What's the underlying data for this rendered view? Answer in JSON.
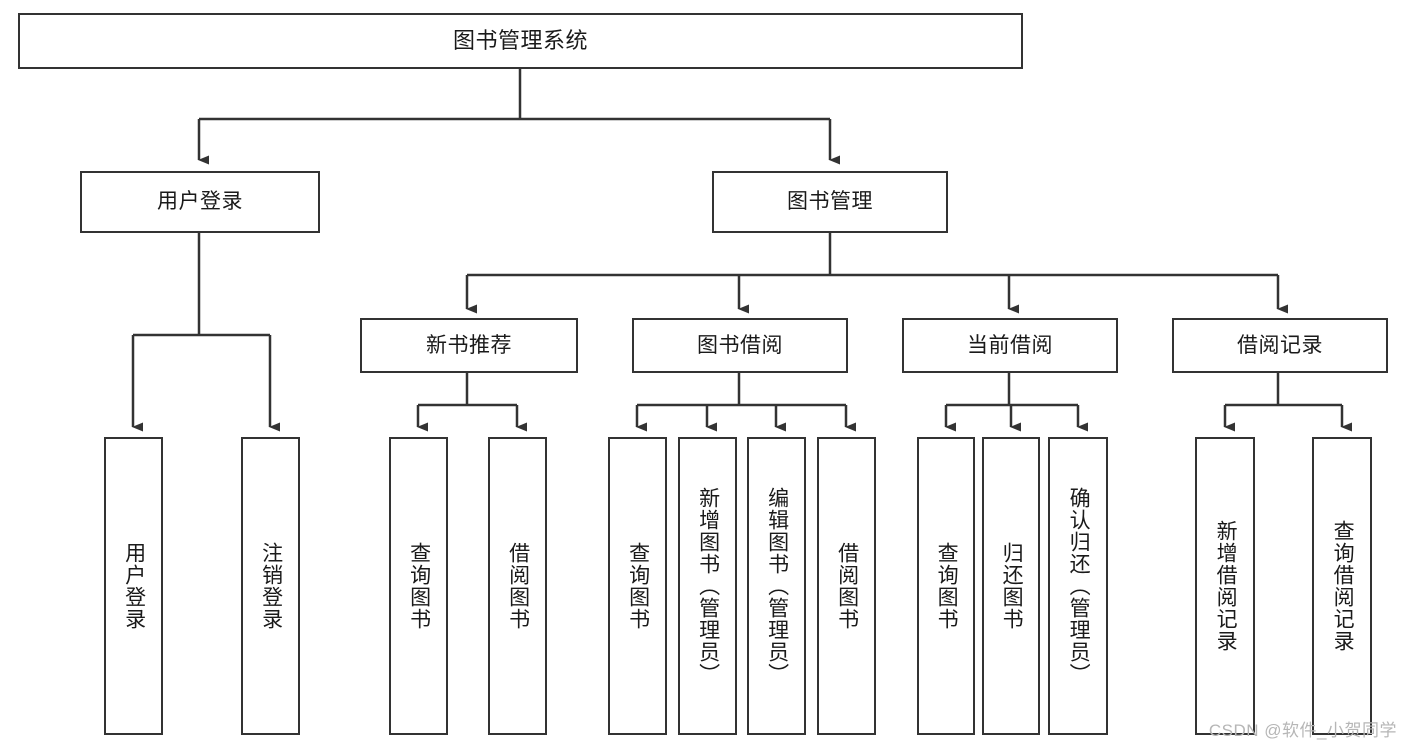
{
  "diagram": {
    "title": "图书管理系统",
    "type": "tree-hierarchy-chart",
    "colors": {
      "background": "#ffffff",
      "node_border": "#333333",
      "node_fill": "#ffffff",
      "edge": "#333333",
      "text": "#1a1a1a",
      "watermark": "#b6b6b6"
    },
    "root": {
      "label": "图书管理系统"
    },
    "level2": [
      {
        "label": "用户登录"
      },
      {
        "label": "图书管理"
      }
    ],
    "level3": [
      {
        "label": "新书推荐"
      },
      {
        "label": "图书借阅"
      },
      {
        "label": "当前借阅"
      },
      {
        "label": "借阅记录"
      }
    ],
    "leaves": {
      "user_login": [
        {
          "label": "用户登录"
        },
        {
          "label": "注销登录"
        }
      ],
      "new_book_recommend": [
        {
          "label": "查询图书"
        },
        {
          "label": "借阅图书"
        }
      ],
      "book_borrow": [
        {
          "label": "查询图书"
        },
        {
          "label": "新增图书（管理员）"
        },
        {
          "label": "编辑图书（管理员）"
        },
        {
          "label": "借阅图书"
        }
      ],
      "current_borrow": [
        {
          "label": "查询图书"
        },
        {
          "label": "归还图书"
        },
        {
          "label": "确认归还（管理员）"
        }
      ],
      "borrow_record": [
        {
          "label": "新增借阅记录"
        },
        {
          "label": "查询借阅记录"
        }
      ]
    }
  },
  "watermark": {
    "text": "CSDN @软件_小贺同学"
  }
}
